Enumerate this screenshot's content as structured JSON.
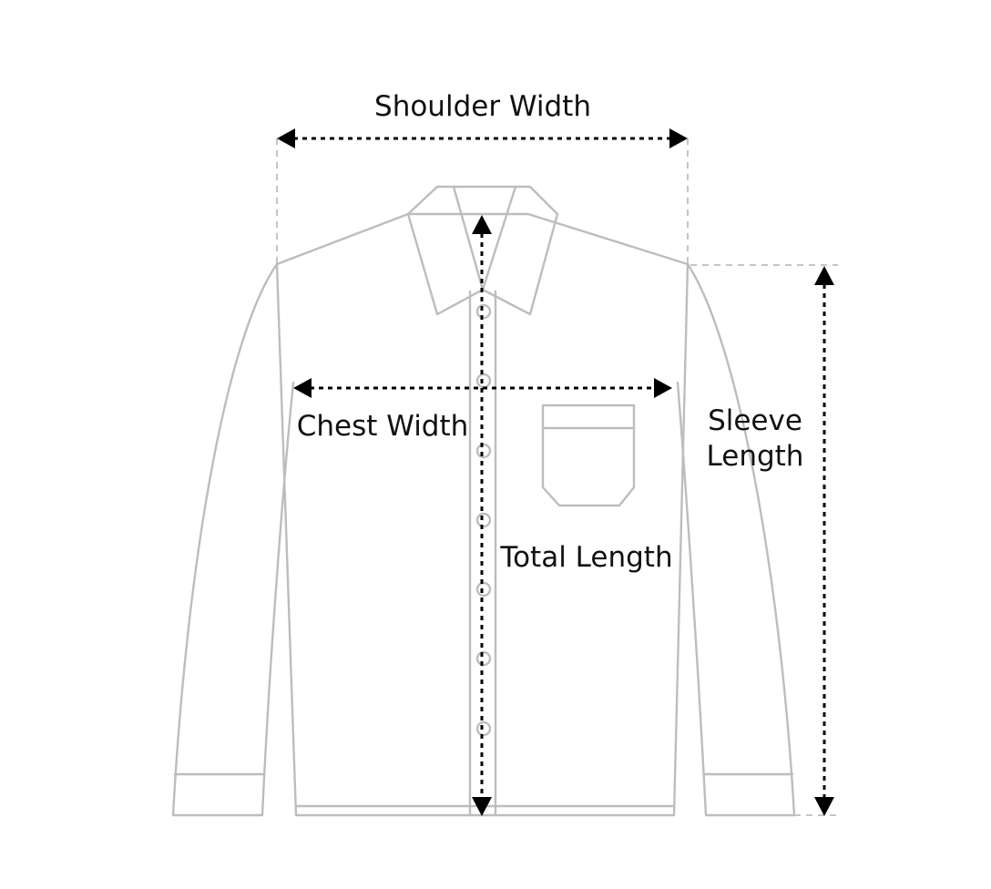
{
  "labels": {
    "shoulder_width": "Shoulder Width",
    "chest_width": "Chest Width",
    "total_length": "Total Length",
    "sleeve_length_line1": "Sleeve",
    "sleeve_length_line2": "Length"
  },
  "colors": {
    "outline": "#bdbdbd",
    "guide": "#c4c4c4",
    "measure": "#000000",
    "text": "#111111"
  },
  "shirt": {
    "button_count": 7
  }
}
